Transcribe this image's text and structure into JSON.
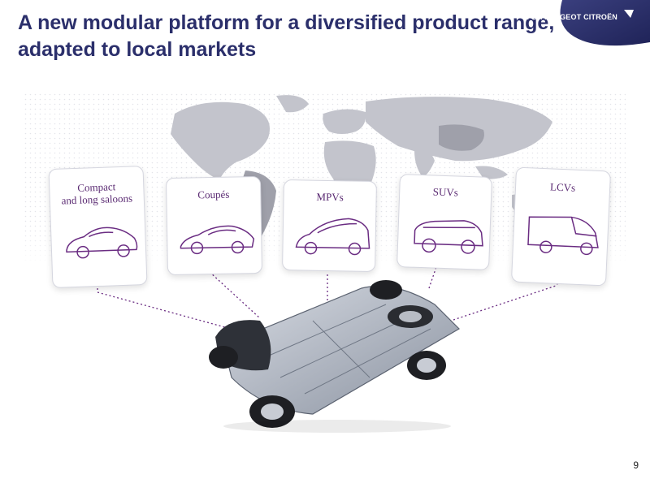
{
  "slide": {
    "title_line1": "A new modular platform for a diversified product range,",
    "title_line2": "adapted to local markets",
    "page_number": "9"
  },
  "logo": {
    "text": "PSA PEUGEOT CITROËN",
    "band_color": "#2b2f6b"
  },
  "cards": [
    {
      "label": "Compact\nand long saloons"
    },
    {
      "label": "Coupés"
    },
    {
      "label": "MPVs"
    },
    {
      "label": "SUVs"
    },
    {
      "label": "LCVs"
    }
  ],
  "colors": {
    "title": "#2b2f6b",
    "accent": "#6a2c82",
    "map": "#b9bac4"
  }
}
